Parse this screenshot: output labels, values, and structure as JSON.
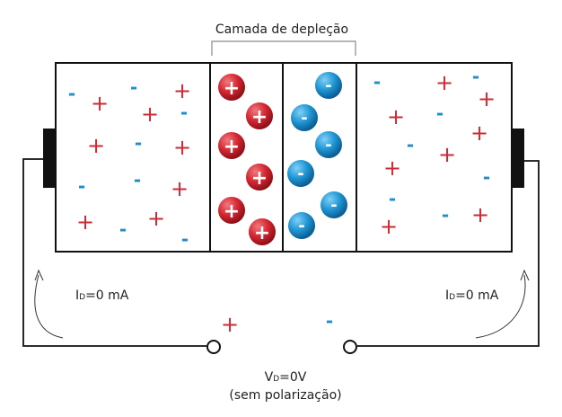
{
  "title": "Camada de depleção",
  "left_current": {
    "main": "I",
    "sub": "D",
    "rest": "=0 mA"
  },
  "right_current": {
    "main": "I",
    "sub": "D",
    "rest": "=0 mA"
  },
  "voltage": {
    "main": "V",
    "sub": "D",
    "rest": "=0V"
  },
  "bias_note": "(sem polarização)",
  "symbols": {
    "plus": "+",
    "minus": "-"
  },
  "colors": {
    "positive": "#cc2a35",
    "negative": "#1f8fcc",
    "outline": "#111111"
  }
}
